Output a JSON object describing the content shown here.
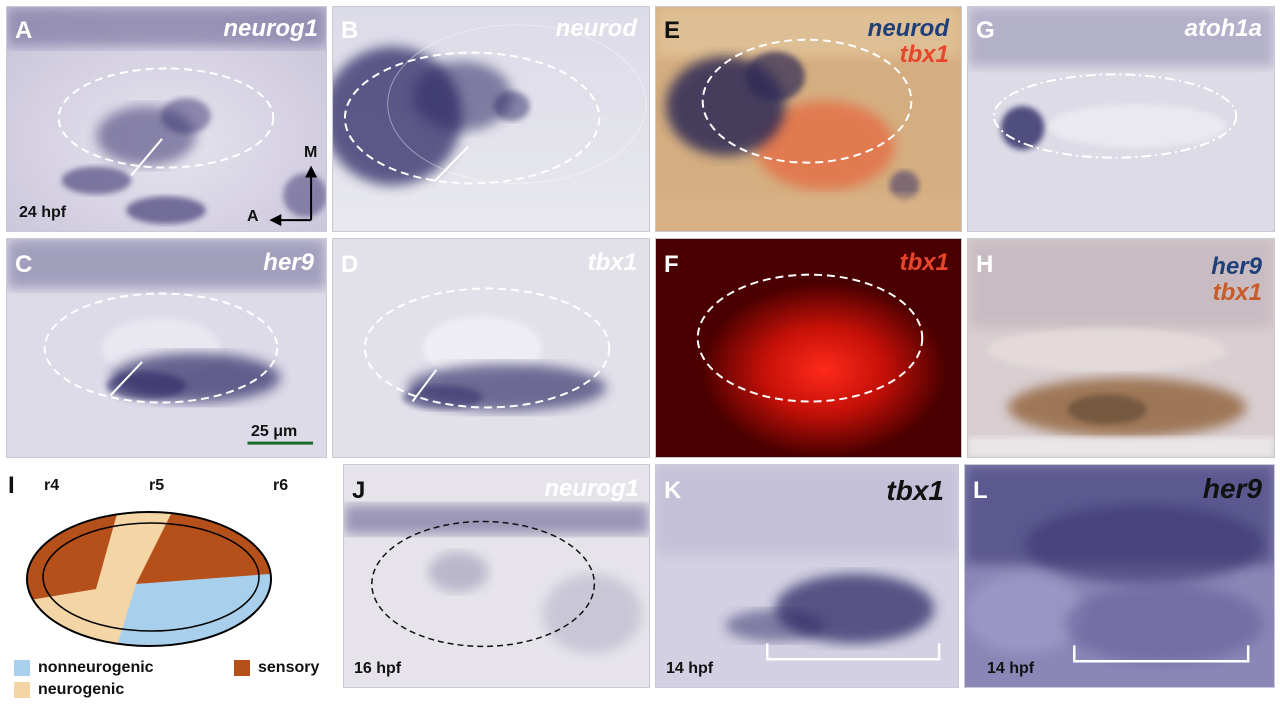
{
  "panels": {
    "A": {
      "label": "A",
      "gene": "neurog1",
      "stage": "24 hpf",
      "axis_m": "M",
      "axis_a": "A"
    },
    "B": {
      "label": "B",
      "gene": "neurod"
    },
    "C": {
      "label": "C",
      "gene": "her9",
      "scale": "25 μm"
    },
    "D": {
      "label": "D",
      "gene": "tbx1"
    },
    "E": {
      "label": "E",
      "gene1": "neurod",
      "gene2": "tbx1"
    },
    "F": {
      "label": "F",
      "gene": "tbx1"
    },
    "G": {
      "label": "G",
      "gene": "atoh1a"
    },
    "H": {
      "label": "H",
      "gene1": "her9",
      "gene2": "tbx1"
    },
    "I": {
      "label": "I",
      "r4": "r4",
      "r5": "r5",
      "r6": "r6",
      "legend": {
        "nonneurogenic": "nonneurogenic",
        "neurogenic": "neurogenic",
        "sensory": "sensory"
      }
    },
    "J": {
      "label": "J",
      "gene": "neurog1",
      "stage": "16 hpf"
    },
    "K": {
      "label": "K",
      "gene": "tbx1",
      "stage": "14 hpf"
    },
    "L": {
      "label": "L",
      "gene": "her9",
      "stage": "14 hpf"
    }
  },
  "colors": {
    "nonneurogenic": "#a8d0ec",
    "neurogenic": "#f3d5a6",
    "sensory": "#b5501a",
    "stain": "#2e2a66",
    "tbx1_red": "#e8452a",
    "gene_blue": "#1f3f7a"
  }
}
